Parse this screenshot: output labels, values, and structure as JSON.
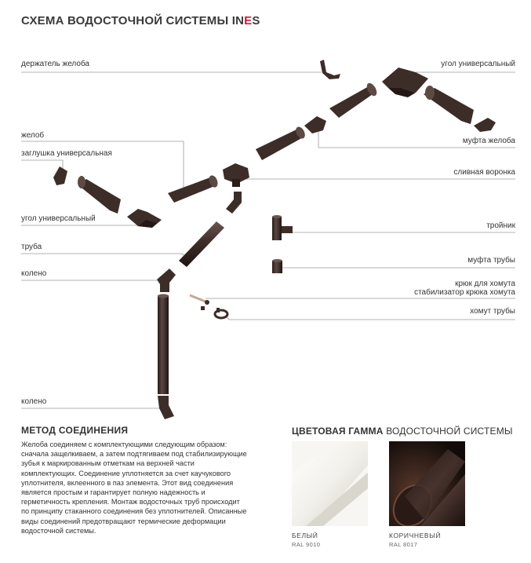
{
  "title": {
    "main": "СХЕМА ВОДОСТОЧНОЙ СИСТЕМЫ IN",
    "accent": "E",
    "end": "S"
  },
  "labels": {
    "gutter_holder": "держатель желоба",
    "corner_right": "угол универсальный",
    "gutter": "желоб",
    "end_cap": "заглушка универсальная",
    "gutter_coupling": "муфта желоба",
    "funnel": "сливная воронка",
    "corner_left": "угол универсальный",
    "tee": "тройник",
    "pipe": "труба",
    "pipe_coupling": "муфта трубы",
    "elbow_top": "колено",
    "hook": "крюк для хомута",
    "hook_stabilizer": "стабилизатор крюка хомута",
    "pipe_clamp": "хомут трубы",
    "elbow_bottom": "колено"
  },
  "method": {
    "heading": "МЕТОД СОЕДИНЕНИЯ",
    "text": "Желоба соединяем с комплектующими следующим образом: сначала защелкиваем, а затем подтягиваем под стабилизирующие зубья к маркированным отметкам на верхней части комплектующих. Соединение уплотняется за счет каучукового уплотнителя, вклеенного в паз элемента. Этот вид соединения является простым и гарантирует полную надежность и герметичность крепления. Монтаж водосточных труб происходит по принципу стаканного соединения без уплотнителей. Описанные виды соединений предотвращают термические деформации водосточной системы."
  },
  "colors": {
    "heading_bold": "ЦВЕТОВАЯ ГАММА",
    "heading_rest": " ВОДОСТОЧНОЙ СИСТЕМЫ",
    "items": [
      {
        "name": "БЕЛЫЙ",
        "ral": "RAL 9010",
        "color": "#f2f0ea"
      },
      {
        "name": "КОРИЧНЕВЫЙ",
        "ral": "RAL 8017",
        "color": "#3b2a25"
      }
    ]
  },
  "palette": {
    "product": "#3d2d29",
    "accent": "#d6173a",
    "line": "#9a9a9a"
  }
}
